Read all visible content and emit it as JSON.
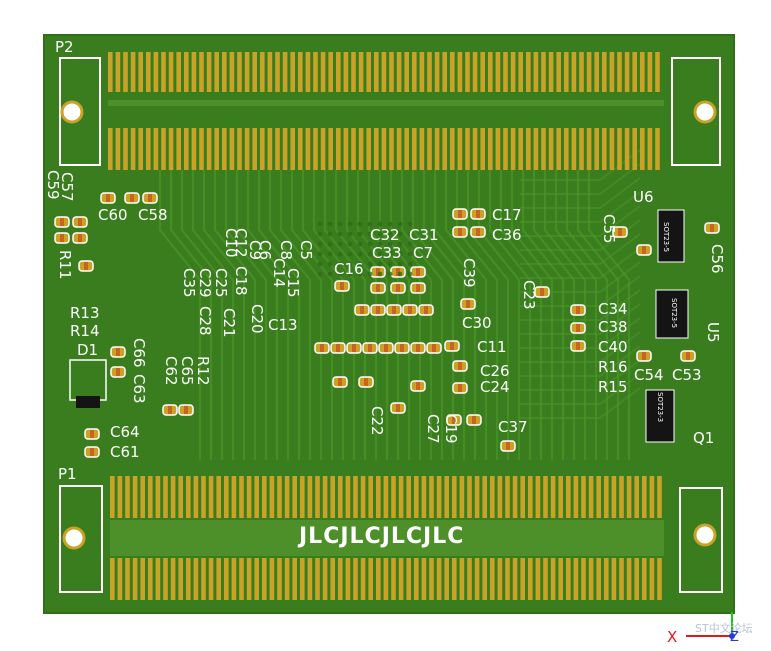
{
  "board": {
    "colors": {
      "solder_mask": "#3a7d1e",
      "pad_gold": "#c9a227",
      "silkscreen": "#ffffff",
      "frame": "#2f6f18"
    },
    "silk_text": "JLCJLCJLCJLC",
    "connectors": [
      "P1",
      "P2"
    ],
    "labels_horizontal": [
      "C57",
      "C59",
      "C60",
      "C58",
      "C17",
      "C36",
      "C32",
      "C31",
      "C33",
      "C7",
      "C16",
      "C30",
      "C13",
      "C11",
      "C26",
      "C24",
      "C37",
      "C34",
      "C38",
      "C40",
      "C54",
      "C53",
      "R16",
      "R15",
      "U6",
      "R13",
      "R14",
      "D1",
      "C64",
      "C61",
      "Q1"
    ],
    "labels_vertical": [
      "R11",
      "C55",
      "C56",
      "C23",
      "C39",
      "C66",
      "C63",
      "C65",
      "C62",
      "R12",
      "C35",
      "C29",
      "C28",
      "C25",
      "C21",
      "C18",
      "C20",
      "C12",
      "C14",
      "C10",
      "C9",
      "C6",
      "C8",
      "C15",
      "C5",
      "C22",
      "C19",
      "C27",
      "U5"
    ],
    "part_labels": [
      "SOT23-5",
      "SOT23-5",
      "SOT23-3"
    ]
  },
  "overlay": {
    "watermark": "ST中文论坛",
    "axis_x_label": "X",
    "axis_z_label": "Z"
  }
}
